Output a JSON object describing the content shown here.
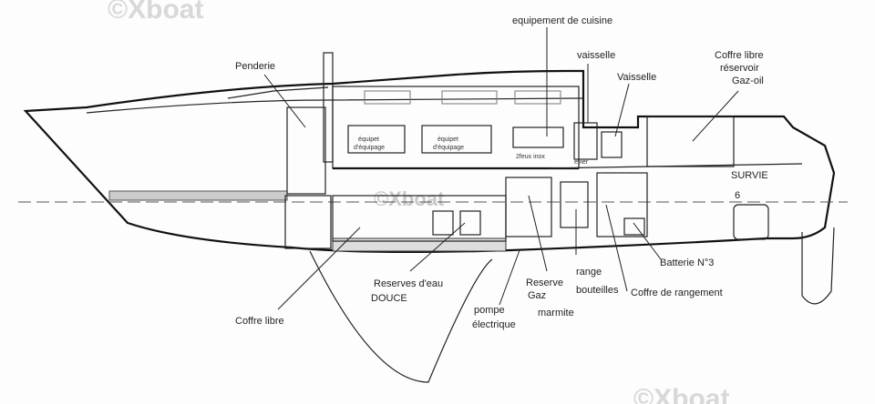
{
  "watermarks": [
    "©Xboat",
    "©Xboat",
    "©Xboat"
  ],
  "labels": {
    "cuisine": "equipement de cuisine",
    "vaisselle1": "vaisselle",
    "vaisselle2": "Vaisselle",
    "coffre_gazoil": [
      "Coffre libre",
      "réservoir",
      "Gaz-oil"
    ],
    "penderie": "Penderie",
    "equipet1": [
      "équipet",
      "d'équipage"
    ],
    "equipet2": [
      "équipet",
      "d'équipage"
    ],
    "feux": "2feux inox",
    "evier": "évier",
    "survie": [
      "SURVIE",
      "6"
    ],
    "batterie": "Batterie N°3",
    "coffre_rangement": "Coffre de rangement",
    "range_bouteilles": [
      "range",
      "bouteilles"
    ],
    "reserve_gaz": [
      "Reserve",
      "Gaz",
      "marmite"
    ],
    "pompe": [
      "pompe",
      "électrique"
    ],
    "reserves_eau": [
      "Reserves d'eau",
      "DOUCE"
    ],
    "coffre_libre": "Coffre libre"
  }
}
